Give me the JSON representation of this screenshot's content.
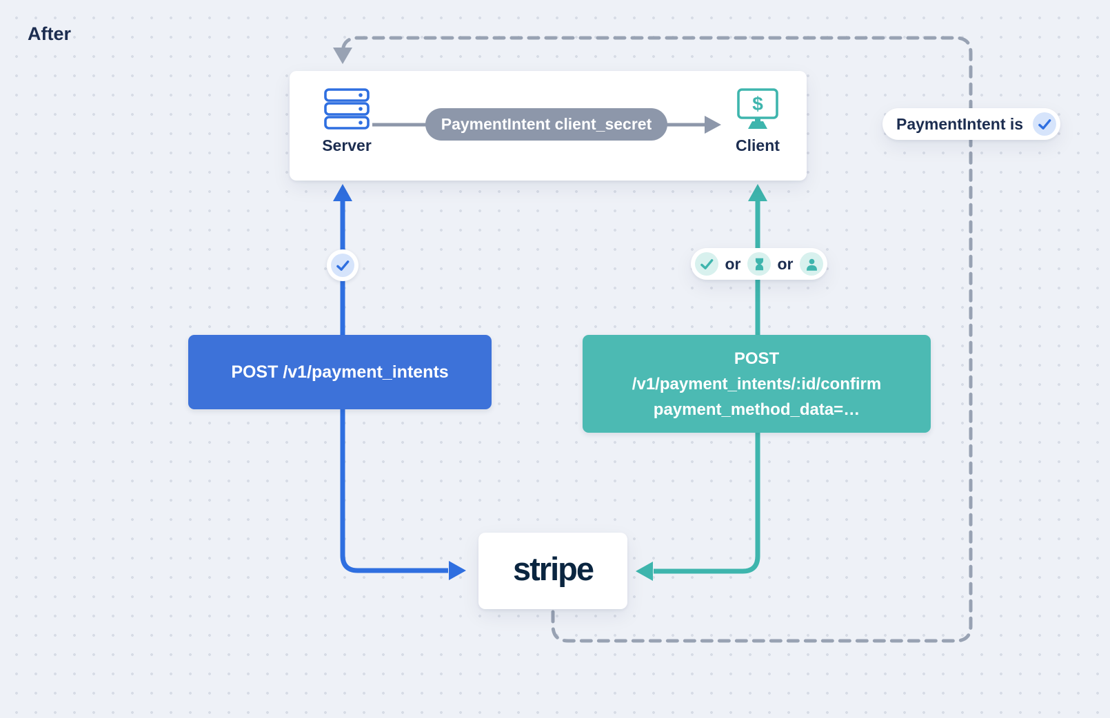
{
  "page": {
    "title": "After"
  },
  "colors": {
    "background": "#eef1f7",
    "dot": "#d7dce6",
    "navy": "#1c2d50",
    "blue": "#2f6fe0",
    "blue-box": "#3d72d9",
    "blue-soft": "#d6e4fb",
    "teal": "#3eb5ad",
    "teal-box": "#4cbab3",
    "teal-soft": "#d8f1ee",
    "gray-pill": "#8d97aa",
    "dash": "#98a2b3",
    "stripe-navy": "#0a2540",
    "white": "#ffffff"
  },
  "top_card": {
    "server_label": "Server",
    "client_label": "Client",
    "secret_pill_label": "PaymentIntent client_secret"
  },
  "status_pill": {
    "label": "PaymentIntent is",
    "icon": "check"
  },
  "blue_flow": {
    "box_label": "POST /v1/payment_intents",
    "badge_icon": "check"
  },
  "teal_flow": {
    "box_lines": [
      "POST",
      "/v1/payment_intents/:id/confirm",
      "payment_method_data=…"
    ],
    "or_labels": [
      "or",
      "or"
    ],
    "or_icons": [
      "check",
      "hourglass",
      "person"
    ]
  },
  "stripe": {
    "label": "stripe"
  },
  "icons": {
    "server": "server-stack",
    "client": "monitor-dollar",
    "success": "check",
    "pending": "hourglass",
    "customer_action": "person"
  }
}
